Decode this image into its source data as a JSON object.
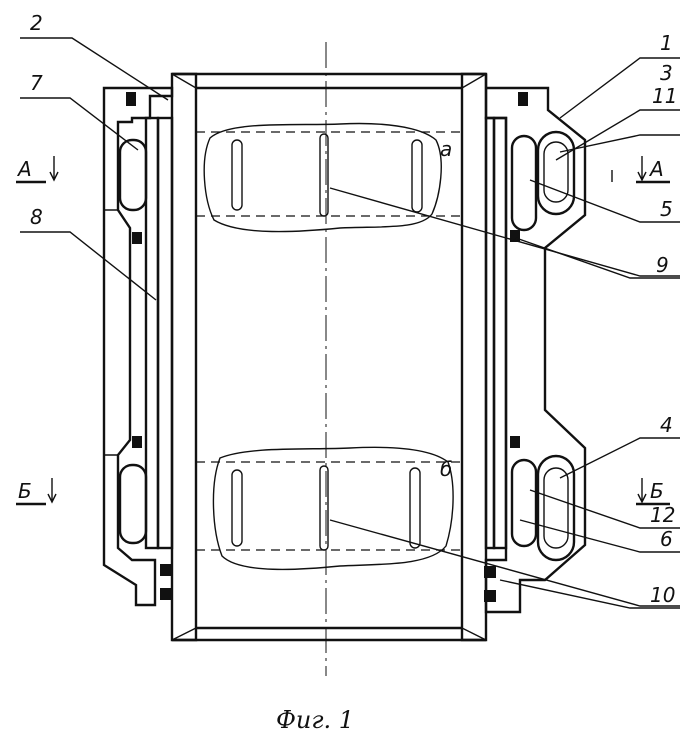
{
  "figure": {
    "caption": "Фиг. 1",
    "part_labels": [
      "1",
      "2",
      "3",
      "4",
      "5",
      "6",
      "7",
      "8",
      "9",
      "10",
      "11",
      "12"
    ],
    "section_a": "А",
    "section_b": "Б",
    "zone_a": "а",
    "zone_b": "б"
  },
  "colors": {
    "ink": "#111111",
    "paper": "#ffffff"
  }
}
